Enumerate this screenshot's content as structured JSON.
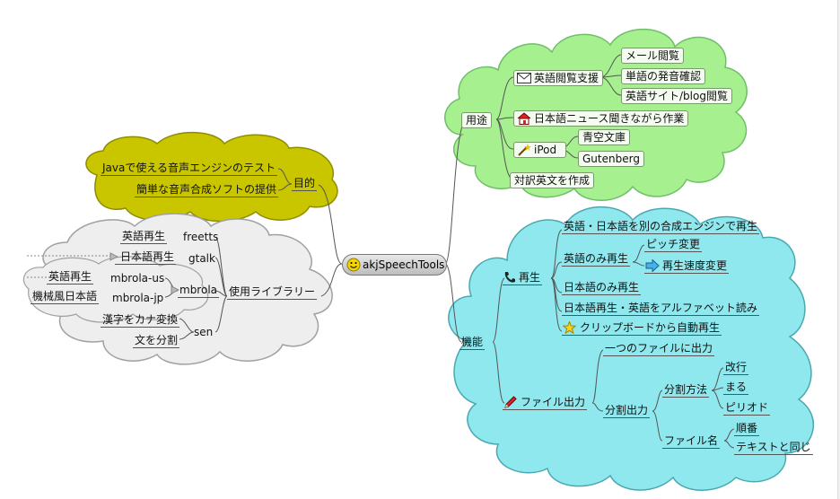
{
  "center": {
    "label": "akjSpeechTools",
    "icon": "smiley-icon"
  },
  "purpose": {
    "label": "目的",
    "items": [
      "Javaで使える音声エンジンのテスト",
      "簡単な音声合成ソフトの提供"
    ]
  },
  "libraries": {
    "label": "使用ライブラリー",
    "freetts": {
      "label": "freetts",
      "child": "英語再生"
    },
    "gtalk": {
      "label": "gtalk",
      "child": "日本語再生"
    },
    "mbrola": {
      "label": "mbrola",
      "us": "mbrola-us",
      "us_child": "英語再生",
      "jp": "mbrola-jp",
      "jp_child": "機械風日本語"
    },
    "sen": {
      "label": "sen",
      "children": [
        "漢字をカナ変換",
        "文を分割"
      ]
    }
  },
  "uses": {
    "label": "用途",
    "english": {
      "label": "英語閲覧支援",
      "icon": "envelope-icon",
      "children": [
        "メール閲覧",
        "単語の発音確認",
        "英語サイト/blog閲覧"
      ]
    },
    "news": {
      "label": "日本語ニュース聞きながら作業",
      "icon": "house-icon"
    },
    "ipod": {
      "label": "iPod",
      "icon": "magic-wand-icon",
      "children": [
        "青空文庫",
        "Gutenberg"
      ]
    },
    "parallel": {
      "label": "対訳英文を作成"
    }
  },
  "features": {
    "label": "機能",
    "play": {
      "label": "再生",
      "icon": "phone-icon",
      "engines": "英語・日本語を別の合成エンジンで再生",
      "english_only": "英語のみ再生",
      "pitch": "ピッチ変更",
      "speed": "再生速度変更",
      "speed_icon": "arrow-right-icon",
      "japanese_only": "日本語のみ再生",
      "alpha": "日本語再生・英語をアルファベット読み",
      "clipboard": "クリップボードから自動再生",
      "clipboard_icon": "star-icon"
    },
    "file": {
      "label": "ファイル出力",
      "icon": "pencil-icon",
      "one": "一つのファイルに出力",
      "split": "分割出力",
      "method": "分割方法",
      "methods": [
        "改行",
        "まる",
        "ピリオド"
      ],
      "filename": "ファイル名",
      "names": [
        "順番",
        "テキストと同じ"
      ]
    }
  },
  "colors": {
    "uses_cloud": "#a6f08f",
    "features_cloud": "#8ee8ee",
    "purpose_cloud": "#c9c600",
    "libraries_cloud": "#eeeeee"
  }
}
